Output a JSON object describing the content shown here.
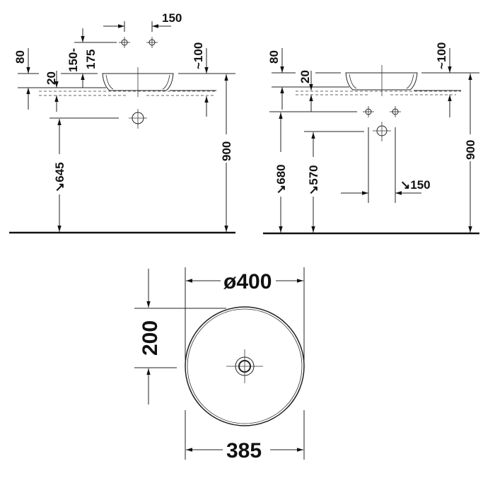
{
  "side_view_wall_tap": {
    "labels": {
      "tap_spacing": "150",
      "tap_height_a": "150-",
      "tap_height_b": "175",
      "rim_height": "80",
      "counter_thickness": "20",
      "approx_projection": "~100",
      "height_total": "900",
      "waste_height": "↘645"
    }
  },
  "side_view_wall_waste": {
    "labels": {
      "rim_height": "80",
      "counter_thickness": "20",
      "approx_projection": "~100",
      "height_total": "900",
      "supply_height": "↘680",
      "waste_height": "↘570",
      "supply_spacing": "↘150"
    }
  },
  "top_view": {
    "labels": {
      "diameter": "ø400",
      "depth": "200",
      "inner_width": "385"
    }
  }
}
